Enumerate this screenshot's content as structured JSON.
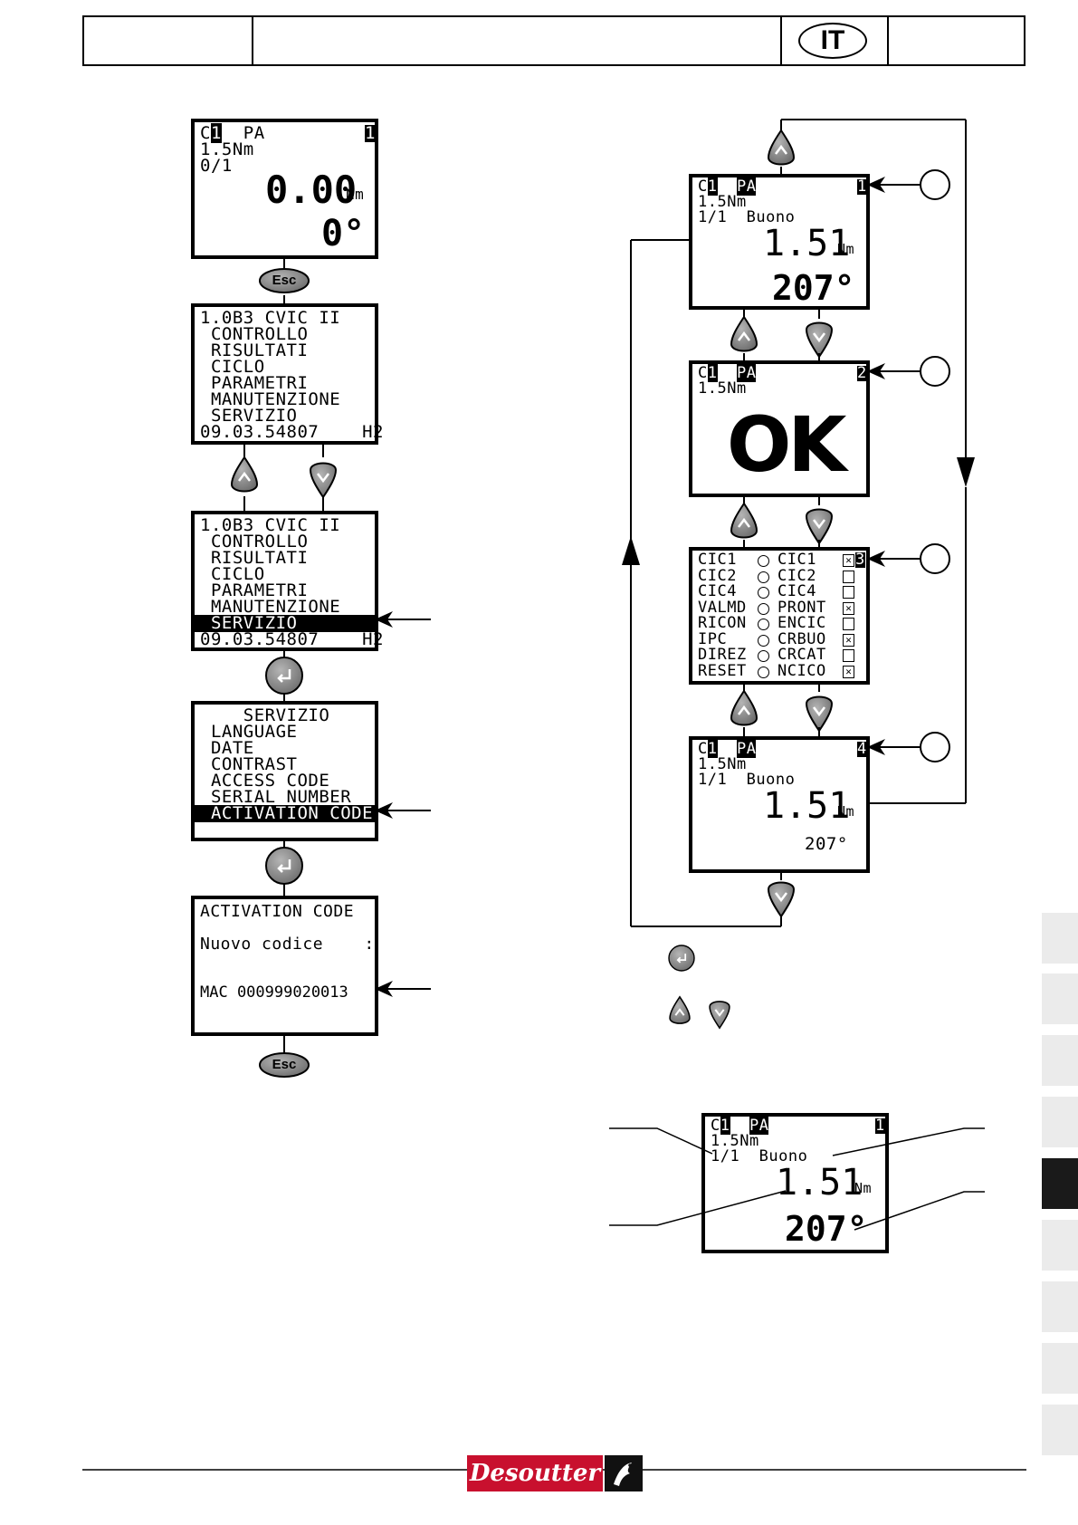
{
  "header": {
    "language_badge": "IT"
  },
  "left": {
    "screen1": {
      "l1a": "C",
      "l1b": "1",
      "l1c": "PA",
      "l1d": "1",
      "l2": "1.5Nm",
      "l3": "0/1",
      "torque": "0.00",
      "torque_unit": "Nm",
      "angle": "0°"
    },
    "esc1": "Esc",
    "menu": [
      "1.0B3 CVIC II",
      " CONTROLLO",
      " RISULTATI",
      " CICLO",
      " PARAMETRI",
      " MANUTENZIONE",
      " SERVIZIO",
      "09.03.54807    H2"
    ],
    "menu_selected": [
      "1.0B3 CVIC II",
      " CONTROLLO",
      " RISULTATI",
      " CICLO",
      " PARAMETRI",
      " MANUTENZIONE",
      " SERVIZIO",
      "09.03.54807    H2"
    ],
    "servizio": [
      "    SERVIZIO",
      " LANGUAGE",
      " DATE",
      " CONTRAST",
      " ACCESS CODE",
      " SERIAL NUMBER",
      " ACTIVATION CODE"
    ],
    "activation": {
      "title": "ACTIVATION CODE",
      "line2": "Nuovo codice    :",
      "line3": "MAC 000999020013"
    },
    "esc2": "Esc"
  },
  "right": {
    "s1": {
      "l1a": "C",
      "l1b": "1",
      "l1c": "PA",
      "l1d": "1",
      "l2": "1.5Nm",
      "l3": "1/1  Buono",
      "torque": "1.51",
      "unit": "Nm",
      "angle": "207°"
    },
    "s2": {
      "l1a": "C",
      "l1b": "1",
      "l1c": "PA",
      "l1d": "2",
      "l2": "1.5Nm",
      "ok": "OK"
    },
    "s3": {
      "rows": [
        [
          "CIC1",
          "CIC1"
        ],
        [
          "CIC2",
          "CIC2"
        ],
        [
          "CIC4",
          "CIC4"
        ],
        [
          "VALMD",
          "PRONT"
        ],
        [
          "RICON",
          "ENCIC"
        ],
        [
          "IPC",
          "CRBUO"
        ],
        [
          "DIREZ",
          "CRCAT"
        ],
        [
          "RESET",
          "NCICO"
        ]
      ],
      "num": "3"
    },
    "s4": {
      "l1a": "C",
      "l1b": "1",
      "l1c": "PA",
      "l1d": "4",
      "l2": "1.5Nm",
      "l3": "1/1  Buono",
      "torque": "1.51",
      "unit": "Nm",
      "angle": "207°"
    },
    "bottom": {
      "l1a": "C",
      "l1b": "1",
      "l1c": "PA",
      "l1d": "1",
      "l2": "1.5Nm",
      "l3": "1/1  Buono",
      "torque": "1.51",
      "unit": "Nm",
      "angle": "207°"
    }
  },
  "footer": {
    "brand": "Desoutter"
  }
}
